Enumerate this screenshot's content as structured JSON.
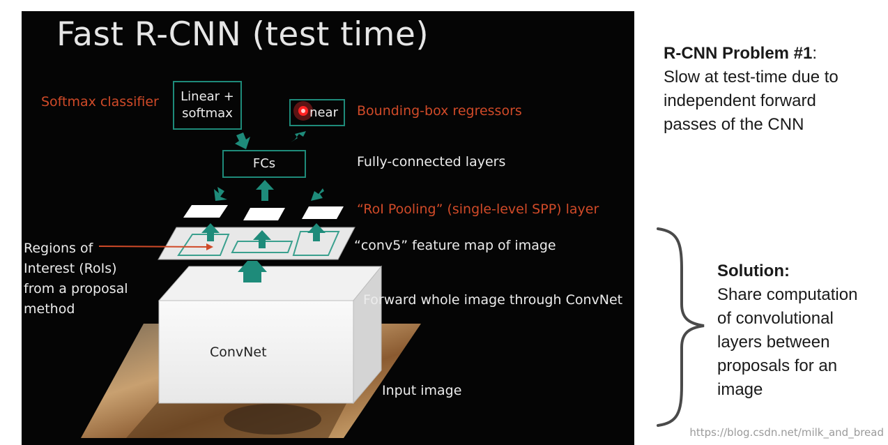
{
  "slide": {
    "title": "Fast R-CNN (test time)",
    "labels": {
      "softmax_classifier": "Softmax classifier",
      "bbox_regressors": "Bounding-box  regressors",
      "fully_connected": "Fully-connected layers",
      "roi_pooling": "“RoI Pooling”  (single-level SPP) layer",
      "conv5": "“conv5” feature map of image",
      "regions_of_interest": [
        "Regions of",
        "Interest (RoIs)",
        "from a proposal",
        "method"
      ],
      "forward": "Forward whole image through ConvNet",
      "input_image": "Input image"
    },
    "boxes": {
      "linear_softmax": [
        "Linear +",
        "softmax"
      ],
      "linear": "near",
      "fcs": "FCs",
      "convnet": "ConvNet"
    }
  },
  "side_notes": {
    "problem_title": "R-CNN Problem #1",
    "problem_colon": ":",
    "problem_text": [
      "Slow at test-time due to",
      "independent forward",
      "passes of the CNN"
    ],
    "solution_title": "Solution:",
    "solution_text": [
      "Share computation",
      "of convolutional",
      "layers between",
      "proposals for an",
      "image"
    ]
  },
  "watermark": "https://blog.csdn.net/milk_and_bread",
  "colors": {
    "teal": "#1e8b7a",
    "orange": "#d04a28",
    "slide_bg": "#050505"
  }
}
